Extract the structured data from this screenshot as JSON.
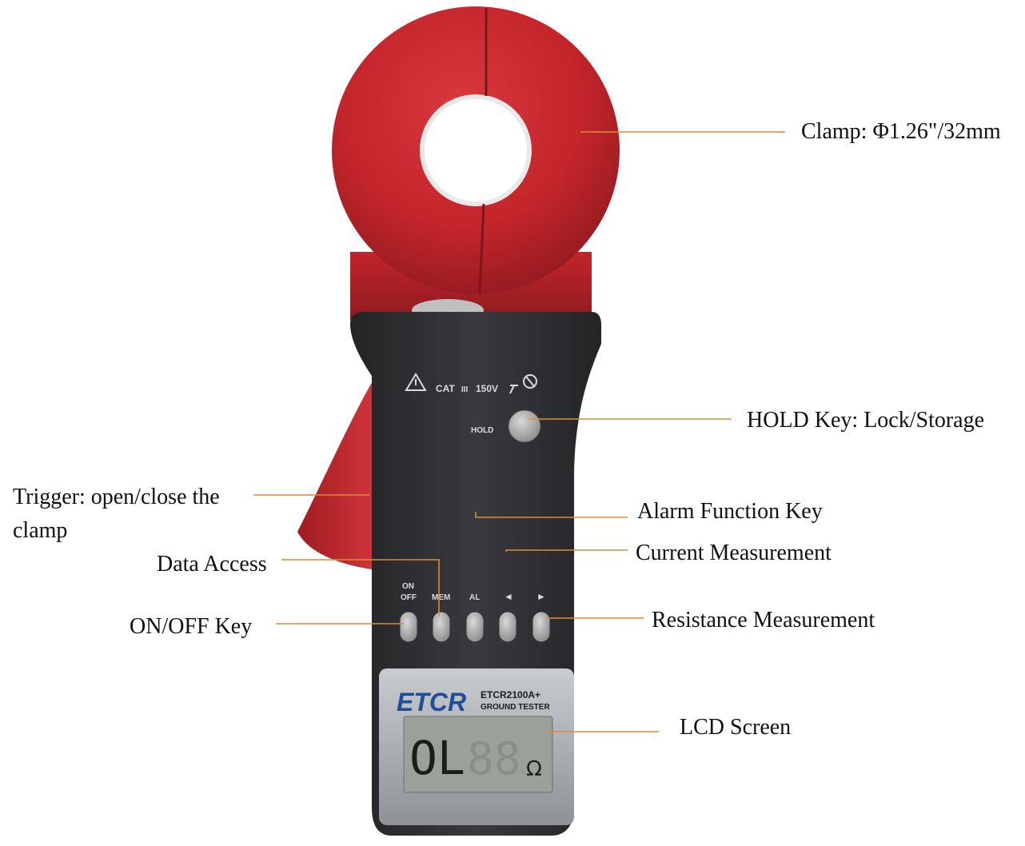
{
  "colors": {
    "leader_line": "#e0893a",
    "clamp_red": "#c8262c",
    "body_dark": "#2e2e31",
    "lcd_bg": "#9aa19b",
    "brand_blue": "#1f4f9a"
  },
  "device": {
    "safety_warning": "CAT",
    "safety_category": "III",
    "safety_voltage": "150V",
    "hold_key_label": "HOLD",
    "key_labels": {
      "on": "ON",
      "off": "OFF",
      "mem": "MEM",
      "al": "AL",
      "left": "◄",
      "right": "►"
    },
    "brand": "ETCR",
    "model": "ETCR2100A+",
    "model_subtitle": "GROUND TESTER",
    "lcd_reading": "OL",
    "lcd_unit": "Ω"
  },
  "callouts": {
    "clamp": "Clamp: Φ1.26\"/32mm",
    "hold_key": "HOLD Key: Lock/Storage",
    "trigger_line1": "Trigger: open/close the",
    "trigger_line2": "clamp",
    "alarm_key": "Alarm Function Key",
    "current": "Current Measurement",
    "data_access": "Data Access",
    "on_off": "ON/OFF Key",
    "resistance": "Resistance Measurement",
    "lcd": "LCD Screen"
  },
  "icons": [
    "warning-triangle-icon",
    "ground-symbol-icon",
    "circle-slash-icon"
  ]
}
